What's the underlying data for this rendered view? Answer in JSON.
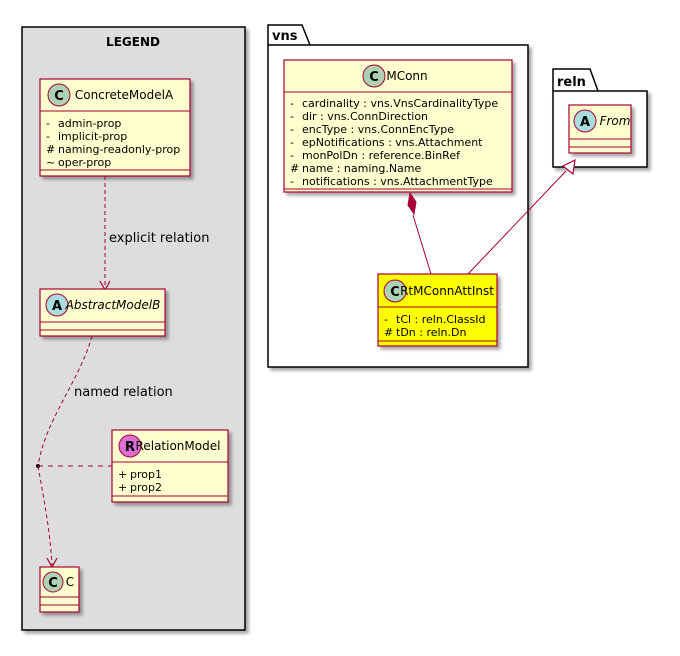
{
  "legend": {
    "title": "LEGEND",
    "classes": {
      "concrete": {
        "name": "ConcreteModelA",
        "stereotype": "C",
        "attributes": [
          {
            "vis": "-",
            "text": "admin-prop"
          },
          {
            "vis": "-",
            "text": "implicit-prop"
          },
          {
            "vis": "#",
            "text": "naming-readonly-prop"
          },
          {
            "vis": "~",
            "text": "oper-prop"
          }
        ]
      },
      "abstract": {
        "name": "AbstractModelB",
        "stereotype": "A"
      },
      "relation": {
        "name": "RelationModel",
        "stereotype": "R",
        "attributes": [
          {
            "vis": "+",
            "text": "prop1"
          },
          {
            "vis": "+",
            "text": "prop2"
          }
        ]
      },
      "c": {
        "name": "C",
        "stereotype": "C"
      }
    },
    "relations": {
      "explicit": "explicit relation",
      "named": "named relation"
    }
  },
  "packages": {
    "vns": {
      "title": "vns",
      "mconn": {
        "name": "MConn",
        "stereotype": "C",
        "attributes": [
          {
            "vis": "-",
            "text": "cardinality : vns.VnsCardinalityType"
          },
          {
            "vis": "-",
            "text": "dir : vns.ConnDirection"
          },
          {
            "vis": "-",
            "text": "encType : vns.ConnEncType"
          },
          {
            "vis": "-",
            "text": "epNotifications : vns.Attachment"
          },
          {
            "vis": "-",
            "text": "monPolDn : reference.BinRef"
          },
          {
            "vis": "#",
            "text": "name : naming.Name"
          },
          {
            "vis": "-",
            "text": "notifications : vns.AttachmentType"
          }
        ]
      },
      "rtmconn": {
        "name": "RtMConnAttInst",
        "stereotype": "C",
        "attributes": [
          {
            "vis": "-",
            "text": "tCl : reln.ClassId"
          },
          {
            "vis": "#",
            "text": "tDn : reln.Dn"
          }
        ]
      }
    },
    "reln": {
      "title": "reln",
      "from": {
        "name": "From",
        "stereotype": "A"
      }
    }
  },
  "colors": {
    "class_fill": "#FEFECE",
    "class_border": "#A80036",
    "highlight_fill": "#FFFF00",
    "legend_fill": "#DDDDDD",
    "circle_c": "#ADD1B2",
    "circle_a": "#A9DCDF",
    "circle_r": "#DA70D6"
  }
}
